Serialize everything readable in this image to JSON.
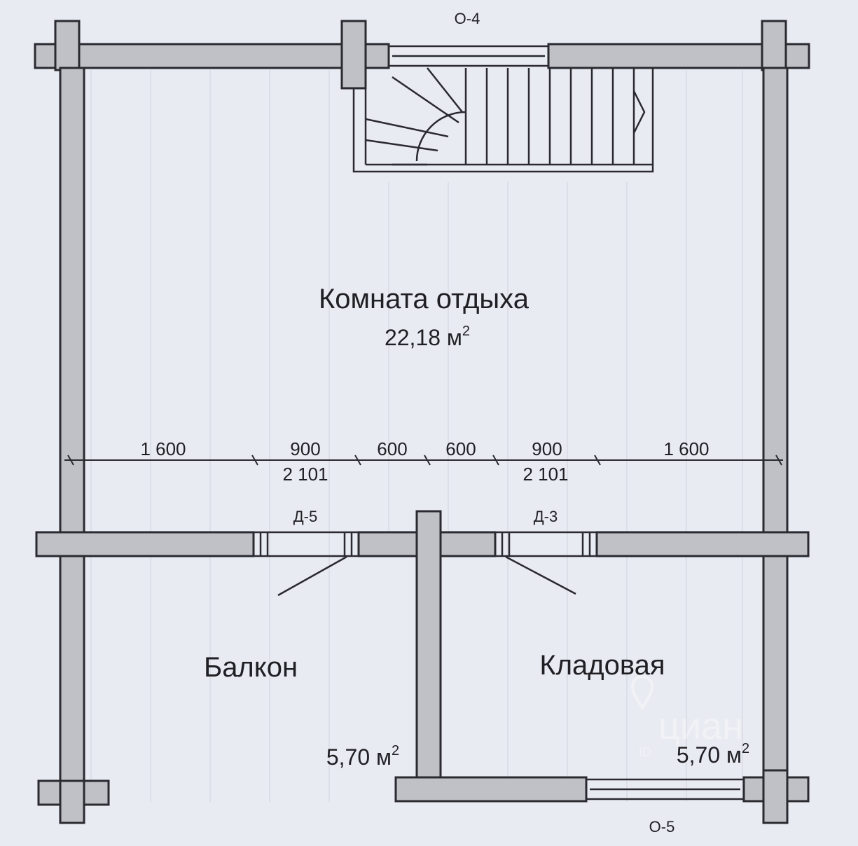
{
  "openings": {
    "window_top": "О-4",
    "window_bottom": "О-5",
    "door_left": "Д-5",
    "door_right": "Д-3"
  },
  "rooms": {
    "main": {
      "name": "Комната отдыха",
      "area": "22,18 м",
      "sup": "2"
    },
    "balcony": {
      "name": "Балкон",
      "area": "5,70 м",
      "sup": "2"
    },
    "storage": {
      "name": "Кладовая",
      "area": "5,70 м",
      "sup": "2"
    }
  },
  "dimensions": {
    "top_row": [
      "1 600",
      "900",
      "600",
      "600",
      "900",
      "1 600"
    ],
    "bottom_row": [
      "2 101",
      "2 101"
    ]
  },
  "watermark": {
    "text": "циан",
    "sub": "ID"
  },
  "colors": {
    "background": "#e9ebf2",
    "wall_fill": "#bfc1c7",
    "wall_stroke": "#2a2a30",
    "grid_line": "#d8dbe4",
    "line": "#2a2a30"
  }
}
